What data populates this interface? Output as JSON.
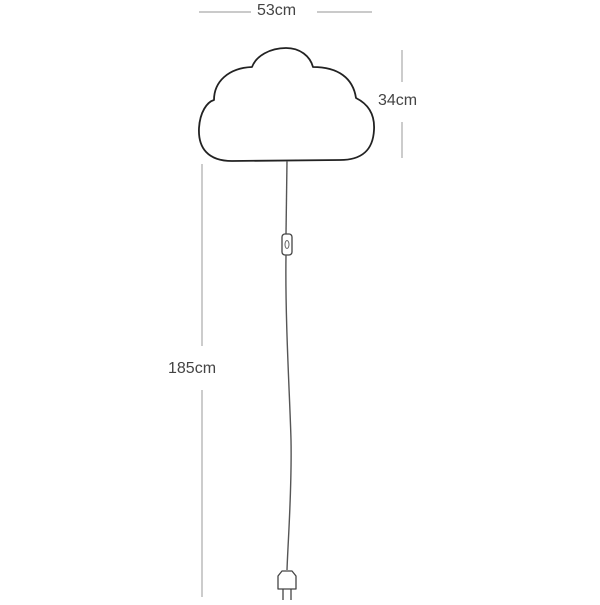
{
  "diagram": {
    "subject": "cloud wall lamp with cord, inline switch and plug",
    "dimensions": {
      "width": "53cm",
      "height": "34cm",
      "cord_length": "185cm"
    },
    "components": [
      {
        "name": "cloud-lamp-body",
        "shape": "cloud outline"
      },
      {
        "name": "power-cord"
      },
      {
        "name": "inline-switch"
      },
      {
        "name": "plug"
      }
    ],
    "colors": {
      "outline": "#222222",
      "dimension_line": "#aaaaaa",
      "cord": "#555555",
      "text": "#444444",
      "background": "#ffffff"
    }
  }
}
